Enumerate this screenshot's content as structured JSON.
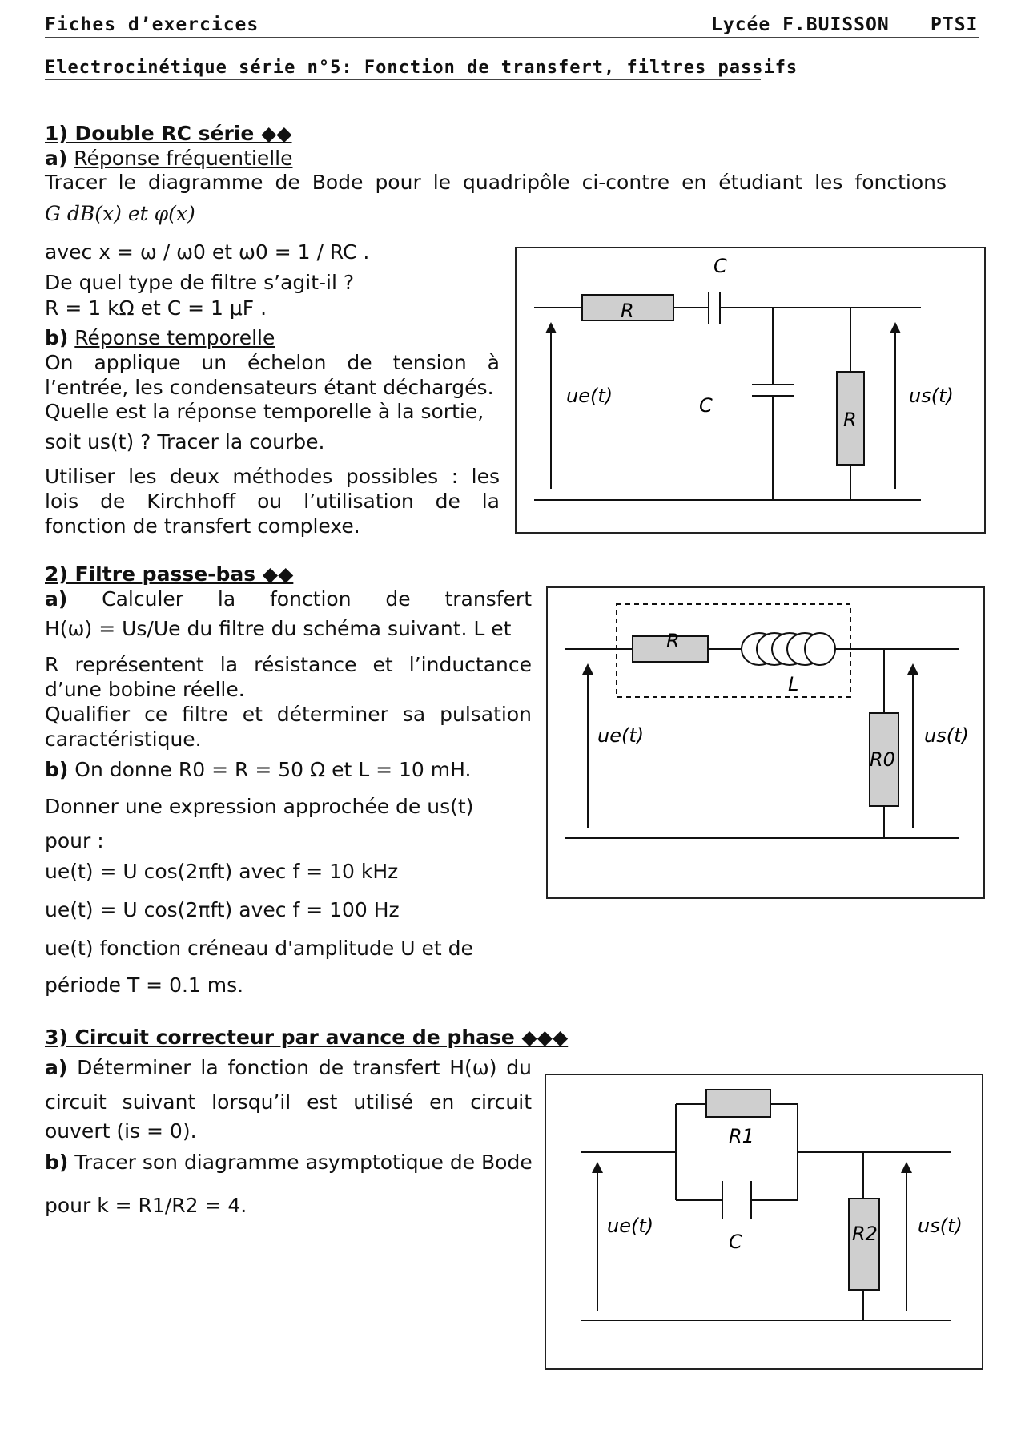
{
  "header": {
    "left": "Fiches d’exercices",
    "school": "Lycée F.BUISSON",
    "class": "PTSI",
    "subtitle": "Electrocinétique série n°5: Fonction de transfert, filtres passifs"
  },
  "ex1": {
    "title": "1) Double RC série ◆◆",
    "a_label": "a)",
    "a_title": "Réponse fréquentielle",
    "a_line1": "Tracer le diagramme de Bode pour le quadripôle ci-contre en étudiant les fonctions",
    "a_line2": "G dB(x) et φ(x)",
    "a_line3": "avec x = ω / ω0 et ω0 = 1 / RC .",
    "a_line4": "De quel type de filtre s’agit-il ?",
    "a_line5": "R = 1 kΩ et C = 1 μF .",
    "b_label": "b)",
    "b_title": "Réponse temporelle",
    "b_line1": "On applique un échelon de tension à",
    "b_line2": "l’entrée, les condensateurs étant déchargés.",
    "b_line3": "Quelle est la réponse temporelle à la sortie,",
    "b_line4": "soit us(t) ? Tracer la courbe.",
    "b_line5": "Utiliser les deux méthodes possibles : les",
    "b_line6": "lois de Kirchhoff ou l’utilisation de la",
    "b_line7": "fonction de transfert complexe.",
    "diagram": {
      "R1": "R",
      "C1": "C",
      "C2": "C",
      "R2": "R",
      "ue": "ue(t)",
      "us": "us(t)"
    }
  },
  "ex2": {
    "title": "2) Filtre passe-bas ◆◆",
    "a_label": "a)",
    "a_line1": "Calculer la fonction de transfert",
    "a_line2": "H(ω) = Us/Ue du filtre du schéma suivant. L et",
    "a_line3": "R représentent la résistance et l’inductance",
    "a_line4": "d’une bobine réelle.",
    "a_line5": "Qualifier ce filtre et déterminer sa pulsation",
    "a_line6": "caractéristique.",
    "b_label": "b)",
    "b_line1": "On donne R0 = R = 50 Ω et L = 10 mH.",
    "b_line2": "Donner une expression approchée de us(t)",
    "b_line3": "pour :",
    "b_line4": "ue(t) = U cos(2πft) avec f = 10 kHz",
    "b_line5": "ue(t) = U cos(2πft) avec f = 100 Hz",
    "b_line6": "ue(t) fonction créneau d'amplitude U et de",
    "b_line7": "période T = 0.1 ms.",
    "diagram": {
      "R": "R",
      "L": "L",
      "R0": "R0",
      "ue": "ue(t)",
      "us": "us(t)"
    }
  },
  "ex3": {
    "title": "3) Circuit correcteur par avance de phase ◆◆◆",
    "a_label": "a)",
    "a_line1": "Déterminer la fonction de transfert H(ω) du",
    "a_line2": "circuit suivant lorsqu’il est utilisé en circuit",
    "a_line3": "ouvert (is = 0).",
    "b_label": "b)",
    "b_line1": "Tracer son diagramme asymptotique de Bode",
    "b_line2": "pour k = R1/R2 = 4.",
    "diagram": {
      "R1": "R1",
      "C": "C",
      "R2": "R2",
      "ue": "ue(t)",
      "us": "us(t)"
    }
  }
}
